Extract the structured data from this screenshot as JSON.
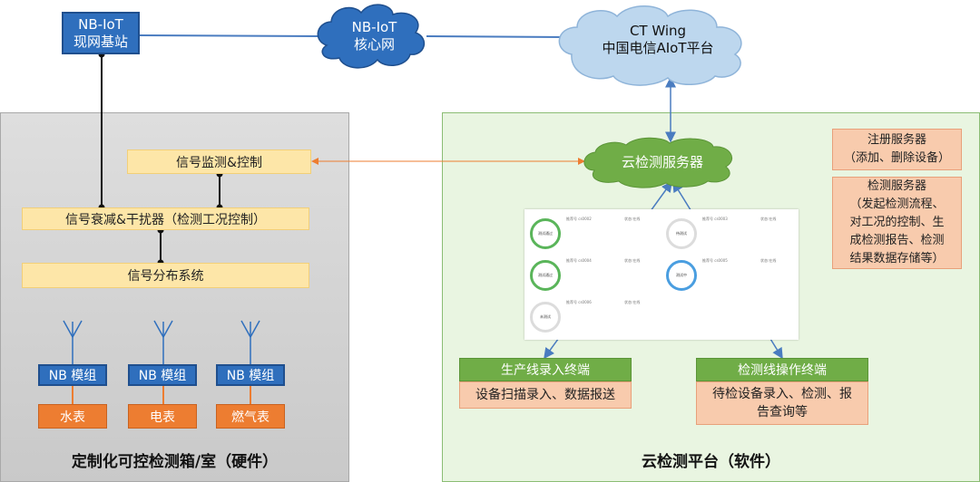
{
  "top": {
    "base_station": [
      "NB-IoT",
      "现网基站"
    ],
    "core_network": [
      "NB-IoT",
      "核心网"
    ],
    "ct_wing": [
      "CT Wing",
      "中国电信AIoT平台"
    ]
  },
  "hardware": {
    "title": "定制化可控检测箱/室（硬件）",
    "signal_monitor": "信号监测&控制",
    "attenuator": "信号衰减&干扰器（检测工况控制）",
    "distribution": "信号分布系统",
    "modules": [
      {
        "module": "NB 模组",
        "meter": "水表"
      },
      {
        "module": "NB 模组",
        "meter": "电表"
      },
      {
        "module": "NB 模组",
        "meter": "燃气表"
      }
    ]
  },
  "cloud": {
    "title": "云检测平台（软件）",
    "server": "云检测服务器",
    "register": [
      "注册服务器",
      "（添加、删除设备）"
    ],
    "detect": [
      "检测服务器",
      "（发起检测流程、",
      "对工况的控制、生",
      "成检测报告、检测",
      "结果数据存储等）"
    ],
    "production_terminal": "生产线录入终端",
    "production_desc": "设备扫描录入、数据报送",
    "line_terminal": "检测线操作终端",
    "line_desc": [
      "待检设备录入、检测、报",
      "告查询等"
    ]
  },
  "screenshot_cards": [
    {
      "ring": "测试通过",
      "label": "推荐号 cs0002",
      "state": "状态:在线"
    },
    {
      "ring": "待测试",
      "label": "推荐号 cs0003",
      "state": "状态:在线"
    },
    {
      "ring": "测试通过",
      "label": "推荐号 cs0004",
      "state": "状态:在线"
    },
    {
      "ring": "测试中",
      "label": "推荐号 cs0005",
      "state": "状态:在线"
    },
    {
      "ring": "未测试",
      "label": "推荐号 cs0006",
      "state": "状态:在线"
    }
  ],
  "colors": {
    "blue": "#2f6fbd",
    "yellow": "#fde6a8",
    "orange": "#ed7d31",
    "green": "#70ad47",
    "peach": "#f8cbad",
    "cloud_blue": "#bdd7ee",
    "cloud_green": "#70ad47"
  }
}
